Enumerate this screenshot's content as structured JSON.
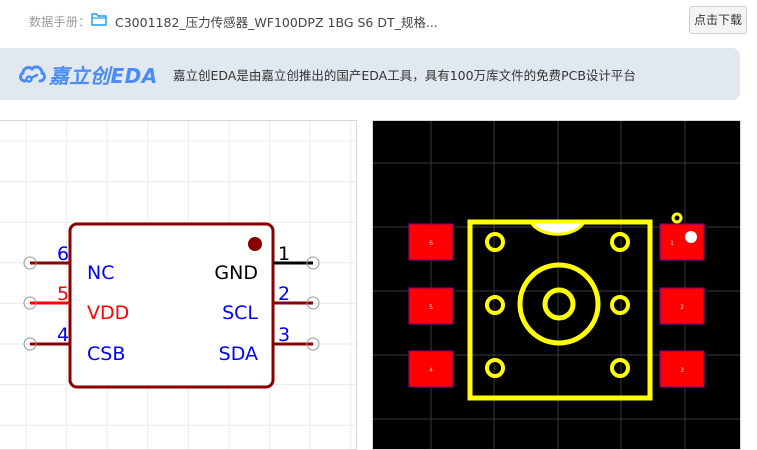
{
  "header": {
    "datasheet_label": "数据手册：",
    "file_name": "C3001182_压力传感器_WF100DPZ 1BG S6 DT_规格...",
    "download_button": "点击下载",
    "folder_icon": "folder-icon"
  },
  "banner": {
    "logo_text": "嘉立创EDA",
    "logo_icon": "cloud-icon",
    "tagline": "嘉立创EDA是由嘉立创推出的国产EDA工具，具有100万库文件的免费PCB设计平台",
    "brand_color": "#4a8cf7"
  },
  "schematic": {
    "body_color": "#880000",
    "pins": [
      {
        "number": "1",
        "name": "GND",
        "side": "right",
        "name_color": "#000000",
        "number_color": "#000000",
        "line_color": "#000000"
      },
      {
        "number": "2",
        "name": "SCL",
        "side": "right",
        "name_color": "#0000ff",
        "number_color": "#0000ff",
        "line_color": "#880000"
      },
      {
        "number": "3",
        "name": "SDA",
        "side": "right",
        "name_color": "#0000ff",
        "number_color": "#0000ff",
        "line_color": "#880000"
      },
      {
        "number": "4",
        "name": "CSB",
        "side": "left",
        "name_color": "#0000ff",
        "number_color": "#0000ff",
        "line_color": "#880000"
      },
      {
        "number": "5",
        "name": "VDD",
        "side": "left",
        "name_color": "#ff0000",
        "number_color": "#ff0000",
        "line_color": "#ff0000"
      },
      {
        "number": "6",
        "name": "NC",
        "side": "left",
        "name_color": "#0000ff",
        "number_color": "#0000ff",
        "line_color": "#880000"
      }
    ]
  },
  "pcb": {
    "pad_color": "#ff0000",
    "silk_color": "#ffff00",
    "pads": [
      {
        "label": "1",
        "side": "right",
        "row": 0
      },
      {
        "label": "2",
        "side": "right",
        "row": 1
      },
      {
        "label": "3",
        "side": "right",
        "row": 2
      },
      {
        "label": "4",
        "side": "left",
        "row": 2
      },
      {
        "label": "5",
        "side": "left",
        "row": 1
      },
      {
        "label": "6",
        "side": "left",
        "row": 0
      }
    ]
  }
}
